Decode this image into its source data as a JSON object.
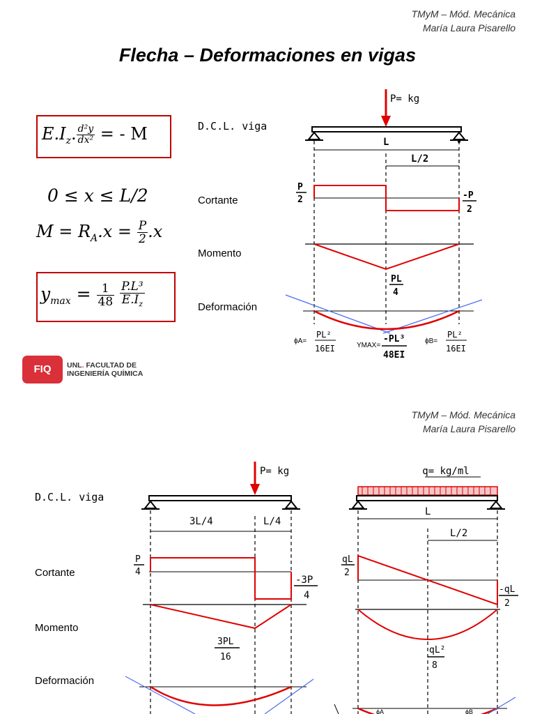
{
  "header": {
    "course": "TMyM – Mód. Mecánica",
    "author": "María Laura Pisarello"
  },
  "title": "Flecha – Deformaciones en vigas",
  "formulas": {
    "ode_lhs": "E.I",
    "ode_sub": "z",
    "ode_dnum": "d²y",
    "ode_dden": "dx²",
    "ode_rhs": "= - M",
    "range": "0 ≤ x ≤ L/2",
    "moment_lhs": "M = R",
    "moment_sub": "A",
    "moment_mid": ".x =",
    "moment_num": "P",
    "moment_den": "2",
    "moment_tail": ".x",
    "ymax_lhs": "y",
    "ymax_sub": "max",
    "ymax_eq": "=",
    "ymax_num1": "1",
    "ymax_den1": "48",
    "ymax_num2": "P.L³",
    "ymax_den2": "E.I",
    "ymax_den2_sub": "z"
  },
  "logo": {
    "badge": "FIQ",
    "line1_prefix": "UNL",
    "line1": "FACULTAD DE",
    "line2": "INGENIERÍA QUÍMICA"
  },
  "row_labels": {
    "dcl": "D.C.L. viga",
    "shear": "Cortante",
    "moment": "Momento",
    "deflection": "Deformación"
  },
  "diagram1": {
    "load": "P= kg",
    "span": "L",
    "half_span": "L/2",
    "shear_left_num": "P",
    "shear_left_den": "2",
    "shear_right_num": "-P",
    "shear_right_den": "2",
    "moment_num": "PL",
    "moment_den": "4",
    "phiA": "ϕA=",
    "phiA_num": "PL²",
    "phiA_den": "16EI",
    "ymax": "YMAX=",
    "ymax_num": "-PL³",
    "ymax_den": "48EI",
    "phiB": "ϕB=",
    "phiB_num": "PL²",
    "phiB_den": "16EI"
  },
  "diagram2": {
    "load": "P= kg",
    "seg_left": "3L/4",
    "seg_right": "L/4",
    "shear_left_num": "P",
    "shear_left_den": "4",
    "shear_right_num": "-3P",
    "shear_right_den": "4",
    "moment_num": "3PL",
    "moment_den": "16"
  },
  "diagram3": {
    "load": "q= kg/ml",
    "span": "L",
    "half_span": "L/2",
    "shear_left_num": "qL",
    "shear_left_den": "2",
    "shear_right_num": "-qL",
    "shear_right_den": "2",
    "moment_num": "qL²",
    "moment_den": "8",
    "phiA": "ϕA",
    "phiB": "ϕB"
  },
  "colors": {
    "accent_red": "#e00000",
    "box_border": "#c00000",
    "tangent_blue": "#4a6cf0",
    "logo_red": "#d9303a"
  }
}
